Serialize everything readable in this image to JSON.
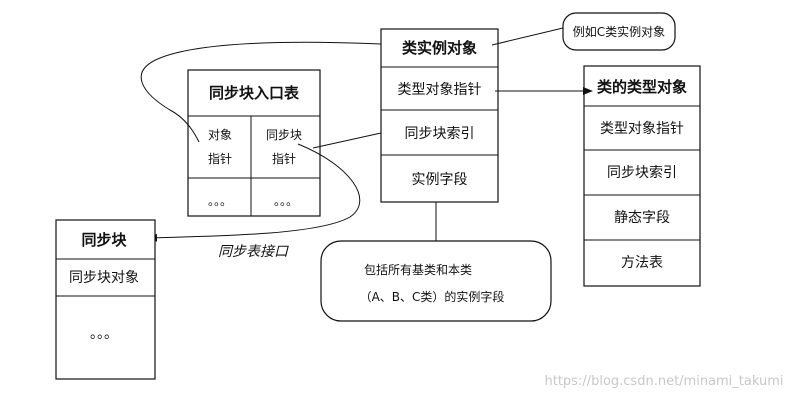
{
  "colors": {
    "stroke": "#111111",
    "watermark": "#c8c8c8",
    "background": "#ffffff"
  },
  "instance_object": {
    "title": "类实例对象",
    "type_pointer": "类型对象指针",
    "sync_index": "同步块索引",
    "instance_fields": "实例字段"
  },
  "callout_example": "例如C类实例对象",
  "callout_fields": {
    "line1": "包括所有基类和本类",
    "line2": "（A、B、C类）的实例字段"
  },
  "type_object": {
    "title": "类的类型对象",
    "type_pointer": "类型对象指针",
    "sync_index": "同步块索引",
    "static_fields": "静态字段",
    "method_table": "方法表"
  },
  "sync_entry_table": {
    "title": "同步块入口表",
    "col1_line1": "对象",
    "col1_line2": "指针",
    "col2_line1": "同步块",
    "col2_line2": "指针",
    "ellipsis": "。。。"
  },
  "sync_block": {
    "title": "同步块",
    "sync_object": "同步块对象",
    "ellipsis": "。。。"
  },
  "sync_table_interface": "同步表接口",
  "watermark": "https://blog.csdn.net/minami_takumi"
}
